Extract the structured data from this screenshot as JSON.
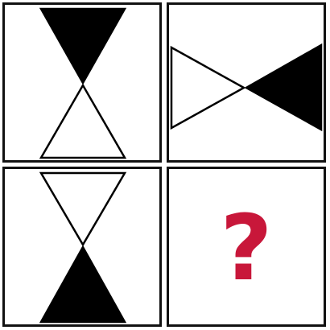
{
  "colors": {
    "border": "#111111",
    "fill_black": "#000000",
    "fill_white": "#ffffff",
    "question_mark": "#c8173a"
  },
  "cells": [
    {
      "id": "top-left",
      "shape": "hourglass-vertical",
      "filled_triangle": "top"
    },
    {
      "id": "top-right",
      "shape": "bowtie-horizontal",
      "filled_triangle": "right"
    },
    {
      "id": "bottom-left",
      "shape": "hourglass-vertical",
      "filled_triangle": "bottom"
    },
    {
      "id": "bottom-right",
      "shape": "unknown",
      "text": "?"
    }
  ]
}
